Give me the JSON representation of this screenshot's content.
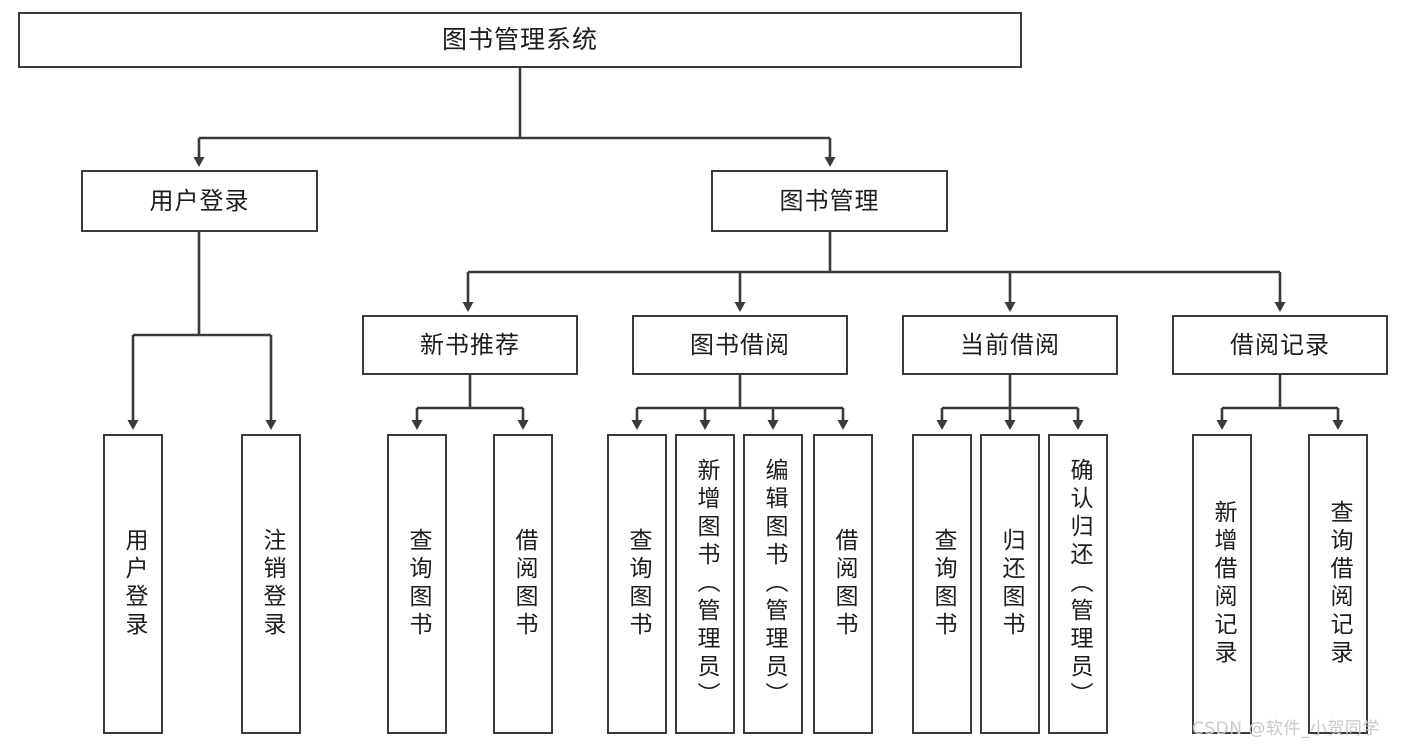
{
  "diagram": {
    "title": "图书管理系统",
    "type": "hierarchy-tree",
    "watermark": "CSDN @软件_小贺同学",
    "colors": {
      "box_border": "#3a3a3a",
      "box_fill": "#ffffff",
      "line": "#3a3a3a",
      "text": "#1d1d1d",
      "watermark": "#c9c9c9",
      "background": "#ffffff"
    },
    "levels": {
      "level1": [
        {
          "id": "root",
          "label": "图书管理系统",
          "orientation": "horizontal"
        }
      ],
      "level2": [
        {
          "id": "user-login",
          "label": "用户登录",
          "orientation": "horizontal"
        },
        {
          "id": "book-manage",
          "label": "图书管理",
          "orientation": "horizontal"
        }
      ],
      "level3": [
        {
          "id": "new-book-recommend",
          "label": "新书推荐",
          "orientation": "horizontal",
          "parent": "book-manage"
        },
        {
          "id": "book-borrow",
          "label": "图书借阅",
          "orientation": "horizontal",
          "parent": "book-manage"
        },
        {
          "id": "current-borrow",
          "label": "当前借阅",
          "orientation": "horizontal",
          "parent": "book-manage"
        },
        {
          "id": "borrow-record",
          "label": "借阅记录",
          "orientation": "horizontal",
          "parent": "book-manage"
        }
      ],
      "level4": [
        {
          "id": "leaf-user-login",
          "label": "用户登录",
          "orientation": "vertical",
          "parent": "user-login"
        },
        {
          "id": "leaf-logout-login",
          "label": "注销登录",
          "orientation": "vertical",
          "parent": "user-login"
        },
        {
          "id": "leaf-query-book-1",
          "label": "查询图书",
          "orientation": "vertical",
          "parent": "new-book-recommend"
        },
        {
          "id": "leaf-borrow-book-1",
          "label": "借阅图书",
          "orientation": "vertical",
          "parent": "new-book-recommend"
        },
        {
          "id": "leaf-query-book-2",
          "label": "查询图书",
          "orientation": "vertical",
          "parent": "book-borrow"
        },
        {
          "id": "leaf-add-book",
          "label": "新增图书（管理员）",
          "orientation": "vertical",
          "parent": "book-borrow"
        },
        {
          "id": "leaf-edit-book",
          "label": "编辑图书（管理员）",
          "orientation": "vertical",
          "parent": "book-borrow"
        },
        {
          "id": "leaf-borrow-book-2",
          "label": "借阅图书",
          "orientation": "vertical",
          "parent": "book-borrow"
        },
        {
          "id": "leaf-query-book-3",
          "label": "查询图书",
          "orientation": "vertical",
          "parent": "current-borrow"
        },
        {
          "id": "leaf-return-book",
          "label": "归还图书",
          "orientation": "vertical",
          "parent": "current-borrow"
        },
        {
          "id": "leaf-confirm-return",
          "label": "确认归还（管理员）",
          "orientation": "vertical",
          "parent": "current-borrow"
        },
        {
          "id": "leaf-add-record",
          "label": "新增借阅记录",
          "orientation": "vertical",
          "parent": "borrow-record"
        },
        {
          "id": "leaf-query-record",
          "label": "查询借阅记录",
          "orientation": "vertical",
          "parent": "borrow-record"
        }
      ]
    }
  }
}
